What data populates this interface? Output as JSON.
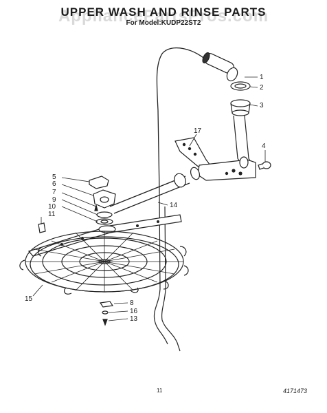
{
  "title": "UPPER WASH AND RINSE PARTS",
  "subtitle": "For Model:KUDP22ST2",
  "watermark": "AppliancePartsPros.com",
  "page_number": "11",
  "diagram_id": "4171473",
  "callouts": [
    {
      "label": "1",
      "part": "manifold-tube-end"
    },
    {
      "label": "2",
      "part": "seal"
    },
    {
      "label": "3",
      "part": "connector"
    },
    {
      "label": "4",
      "part": "tube-cap"
    },
    {
      "label": "5",
      "part": "clip"
    },
    {
      "label": "6",
      "part": "bearing-mount"
    },
    {
      "label": "7",
      "part": "screw"
    },
    {
      "label": "8",
      "part": "washer-lower"
    },
    {
      "label": "9",
      "part": "retainer"
    },
    {
      "label": "10",
      "part": "washer"
    },
    {
      "label": "11",
      "part": "end-cap"
    },
    {
      "label": "13",
      "part": "screw-lower"
    },
    {
      "label": "14",
      "part": "supply-tube"
    },
    {
      "label": "15",
      "part": "rack-assembly"
    },
    {
      "label": "16",
      "part": "washer-small"
    },
    {
      "label": "17",
      "part": "bracket"
    }
  ]
}
